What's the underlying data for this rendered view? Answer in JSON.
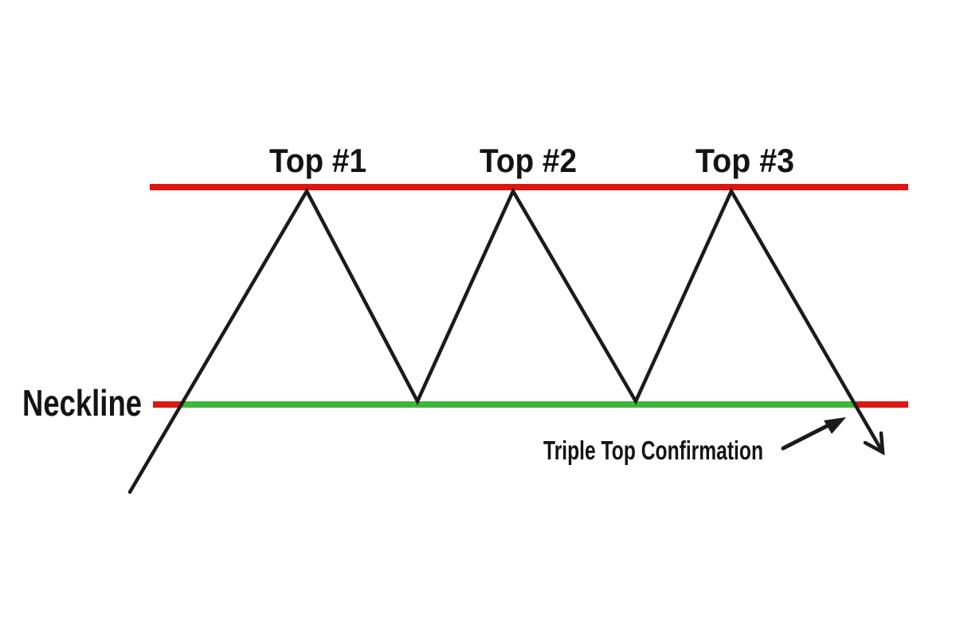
{
  "labels": {
    "top1": "Top #1",
    "top2": "Top #2",
    "top3": "Top #3",
    "neckline": "Neckline",
    "confirmation": "Triple Top Confirmation"
  },
  "colors": {
    "resistance_red": "#dc1712",
    "neckline_green": "#3db639",
    "line_black": "#1b1b1b",
    "text_black": "#141414",
    "background": "#ffffff"
  }
}
